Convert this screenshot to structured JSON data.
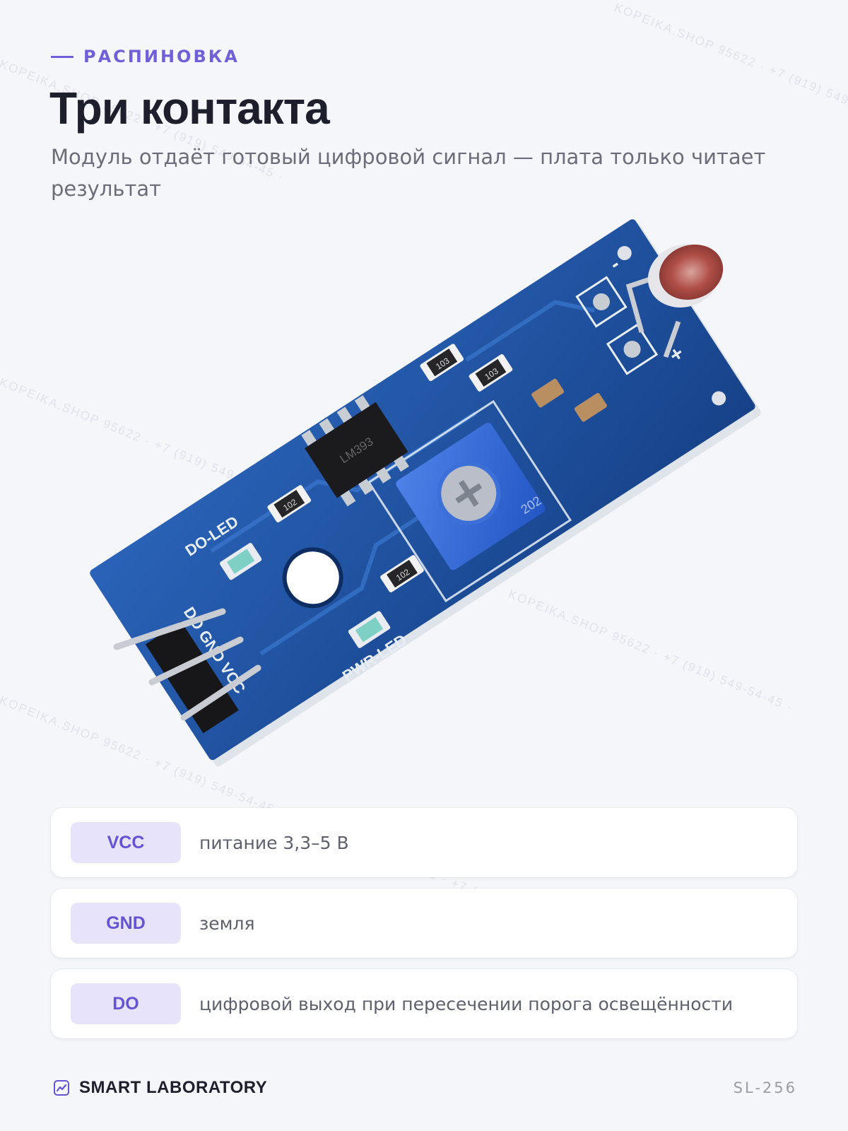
{
  "header": {
    "eyebrow": "РАСПИНОВКА",
    "title": "Три контакта",
    "subtitle": "Модуль отдаёт готовый цифровой сигнал — плата только читает результат"
  },
  "photo": {
    "board_color": "#1f4e9c",
    "pcb_labels": {
      "chip": "LM393",
      "resistor_a": "103",
      "resistor_b": "103",
      "resistor_c": "102",
      "resistor_d": "102",
      "pot": "202",
      "do_led": "DO-LED",
      "pwr_led": "PWR-LED",
      "pins": "DO GND VCC",
      "minus": "-",
      "plus": "+"
    }
  },
  "pins": [
    {
      "name": "VCC",
      "description": "питание 3,3–5 В"
    },
    {
      "name": "GND",
      "description": "земля"
    },
    {
      "name": "DO",
      "description": "цифровой выход при пересечении порога освещённости"
    }
  ],
  "footer": {
    "brand": "SMART LABORATORY",
    "code": "SL-256"
  },
  "watermark_text": "KOPEIKA.SHOP 95622 · +7 (919) 549-54-45 ·",
  "colors": {
    "accent": "#6553d6",
    "tag_bg": "#e6e3fb",
    "title": "#1e1f2c",
    "text_muted": "#6b6e7a"
  }
}
